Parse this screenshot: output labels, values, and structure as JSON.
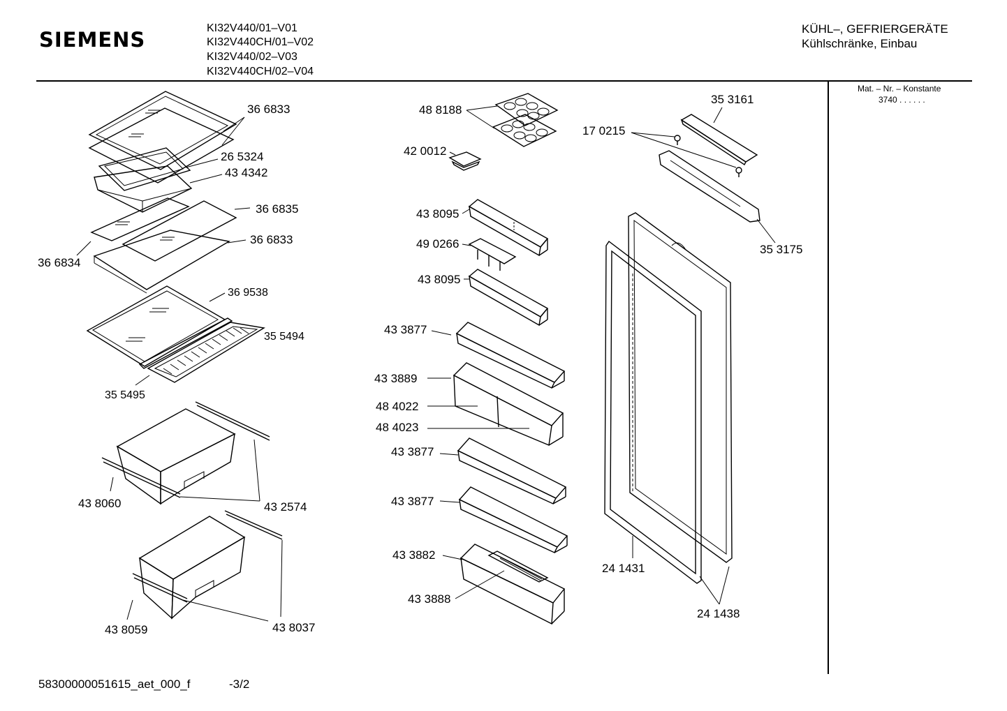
{
  "header": {
    "brand": "SIEMENS",
    "models": [
      "KI32V440/01–V01",
      "KI32V440CH/01–V02",
      "KI32V440/02–V03",
      "KI32V440CH/02–V04"
    ],
    "category_line1": "KÜHL–, GEFRIERGERÄTE",
    "category_line2": "Kühlschränke, Einbau"
  },
  "sidebar": {
    "mat_label": "Mat. – Nr. – Konstante",
    "mat_value": "3740 . .   . . . ."
  },
  "parts": {
    "p366833a": "36 6833",
    "p265324": "26 5324",
    "p434342": "43 4342",
    "p366835": "36 6835",
    "p366833b": "36 6833",
    "p366834": "36 6834",
    "p369538": "36 9538",
    "p355494": "35 5494",
    "p355495": "35 5495",
    "p438060": "43 8060",
    "p432574": "43 2574",
    "p438059": "43 8059",
    "p438037": "43 8037",
    "p488188": "48 8188",
    "p420012": "42 0012",
    "p438095a": "43 8095",
    "p490266": "49 0266",
    "p438095b": "43 8095",
    "p433877a": "43 3877",
    "p433889": "43 3889",
    "p484022": "48 4022",
    "p484023": "48 4023",
    "p433877b": "43 3877",
    "p433877c": "43 3877",
    "p433882": "43 3882",
    "p433888": "43 3888",
    "p353161": "35 3161",
    "p170215": "17 0215",
    "p353175": "35 3175",
    "p241431": "24 1431",
    "p241438": "24 1438"
  },
  "footer": {
    "doc_id": "58300000051615_aet_000_f",
    "page": "-3/2"
  }
}
